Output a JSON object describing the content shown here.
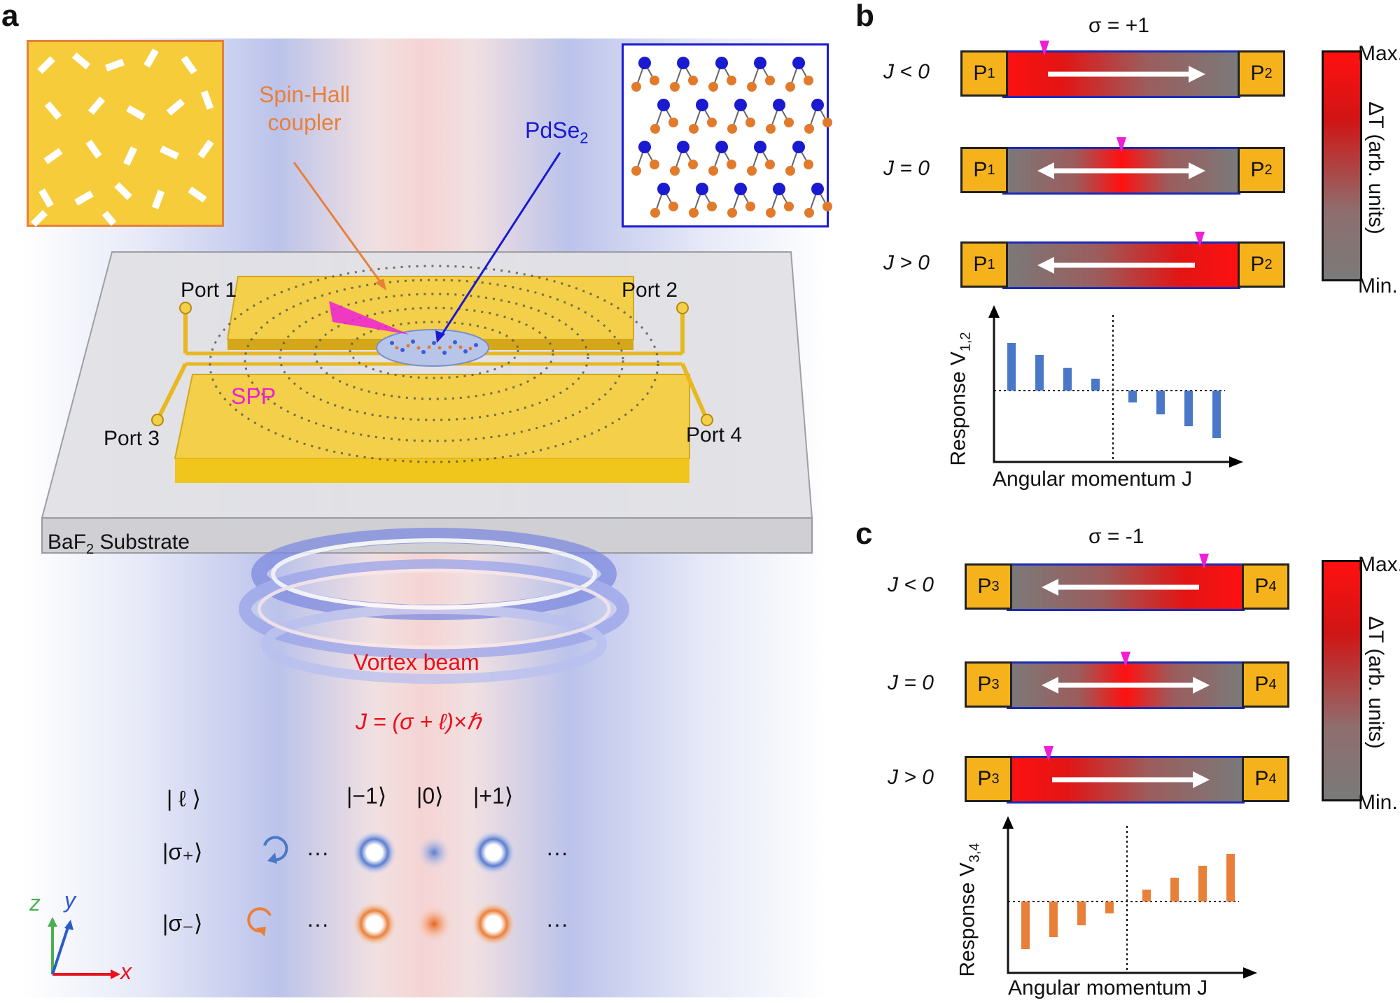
{
  "panels": {
    "a": "a",
    "b": "b",
    "c": "c"
  },
  "a": {
    "spin_hall_line1": "Spin-Hall",
    "spin_hall_line2": "coupler",
    "material": "PdSe",
    "material_sub": "2",
    "spp": "SPP",
    "port1": "Port 1",
    "port2": "Port 2",
    "port3": "Port 3",
    "port4": "Port 4",
    "substrate_pre": "BaF",
    "substrate_sub": "2",
    "substrate_post": " Substrate",
    "vortex": "Vortex beam",
    "formula": "J = (σ + ℓ)×ℏ",
    "ket_l": "| ℓ ⟩",
    "ket_m1": "|−1⟩",
    "ket_0": "|0⟩",
    "ket_p1": "|+1⟩",
    "sigma_plus": "|σ₊⟩",
    "sigma_minus": "|σ₋⟩",
    "ellipsis": "···",
    "axis_z": "z",
    "axis_y": "y",
    "axis_x": "x",
    "colors": {
      "plus": "#4a78c8",
      "minus": "#e9803a",
      "formula": "#e8101a",
      "spin_hall": "#e7803a",
      "pdse2": "#1a1ad0",
      "spp": "#ee1fd7"
    }
  },
  "b": {
    "sigma": "σ = +1",
    "rows": [
      {
        "label": "J < 0",
        "left": "P",
        "left_sub": "1",
        "right": "P",
        "right_sub": "2",
        "hot": "left",
        "arrow": "right"
      },
      {
        "label": "J = 0",
        "left": "P",
        "left_sub": "1",
        "right": "P",
        "right_sub": "2",
        "hot": "center",
        "arrow": "both"
      },
      {
        "label": "J > 0",
        "left": "P",
        "left_sub": "1",
        "right": "P",
        "right_sub": "2",
        "hot": "right",
        "arrow": "left"
      }
    ],
    "colorbar": {
      "max": "Max.",
      "min": "Min.",
      "label": "ΔT (arb. units)"
    },
    "ylabel": "Response V",
    "ylabel_sub": "1,2",
    "xlabel": "Angular momentum J"
  },
  "c": {
    "sigma": "σ = -1",
    "rows": [
      {
        "label": "J < 0",
        "left": "P",
        "left_sub": "3",
        "right": "P",
        "right_sub": "4",
        "hot": "right",
        "arrow": "left"
      },
      {
        "label": "J = 0",
        "left": "P",
        "left_sub": "3",
        "right": "P",
        "right_sub": "4",
        "hot": "center",
        "arrow": "both"
      },
      {
        "label": "J > 0",
        "left": "P",
        "left_sub": "3",
        "right": "P",
        "right_sub": "4",
        "hot": "left",
        "arrow": "right"
      }
    ],
    "colorbar": {
      "max": "Max.",
      "min": "Min.",
      "label": "ΔT (arb. units)"
    },
    "ylabel": "Response V",
    "ylabel_sub": "3,4",
    "xlabel": "Angular momentum J"
  },
  "chart_data": [
    {
      "type": "bar",
      "title": "",
      "ylabel": "Response V1,2",
      "xlabel": "Angular momentum J",
      "series": [
        {
          "values": [
            4,
            3,
            1.9,
            1,
            -1,
            -2,
            -3,
            -4
          ],
          "color": "#4a78c8"
        }
      ]
    },
    {
      "type": "bar",
      "title": "",
      "ylabel": "Response V3,4",
      "xlabel": "Angular momentum J",
      "series": [
        {
          "values": [
            -4,
            -3,
            -2,
            -1,
            1,
            2,
            3,
            4
          ],
          "color": "#e9803a"
        }
      ]
    }
  ]
}
